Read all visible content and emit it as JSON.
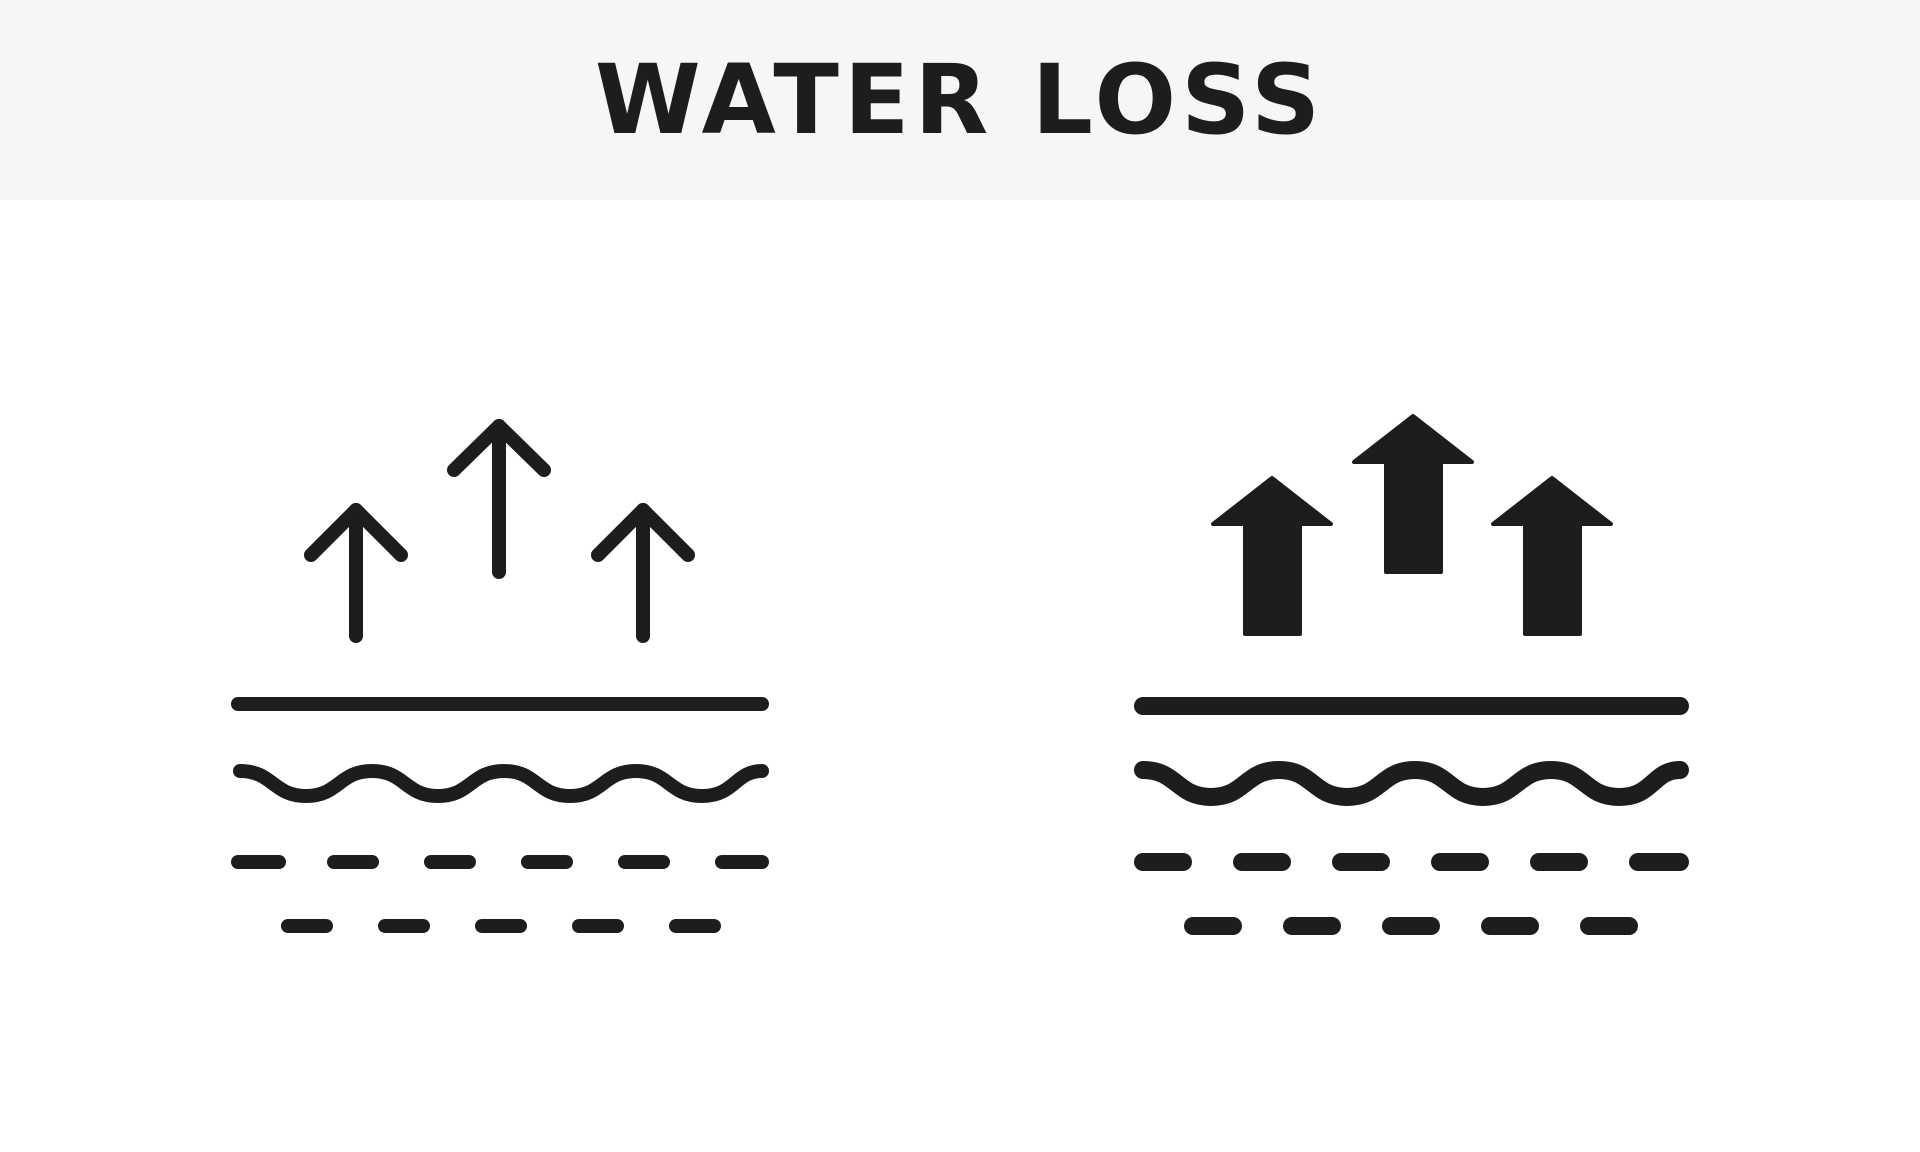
{
  "title": "WATER LOSS",
  "colors": {
    "header_background": "#f6f6f6",
    "page_background": "#ffffff",
    "ink": "#1d1d1b"
  },
  "icons": [
    {
      "name": "water-loss-outline-icon",
      "style": "outline"
    },
    {
      "name": "water-loss-solid-icon",
      "style": "solid"
    }
  ]
}
